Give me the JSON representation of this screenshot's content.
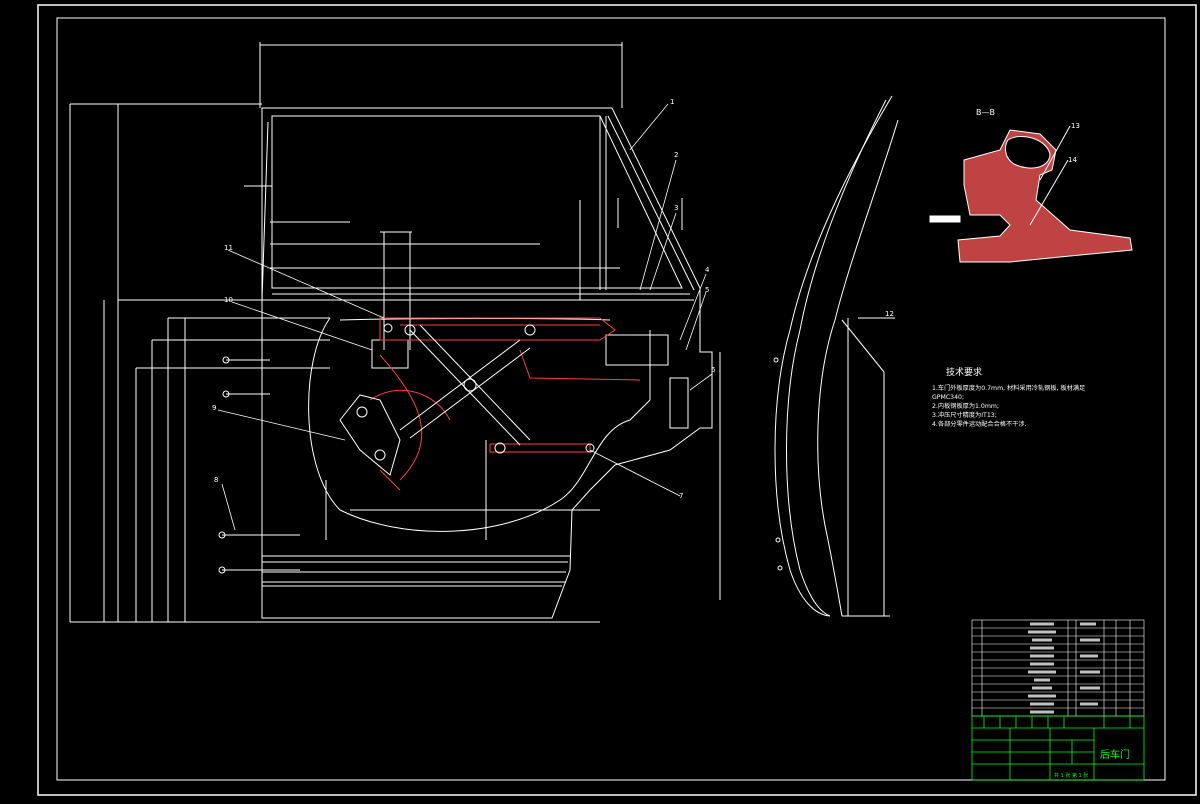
{
  "colors": {
    "background": "#000000",
    "outline": "#ffffff",
    "mechanism": "#ff3b3b",
    "title_block": "#00ff00",
    "annotation_text": "#ffffff"
  },
  "section": {
    "label": "B—B"
  },
  "callouts": {
    "c1": "1",
    "c2": "2",
    "c3": "3",
    "c4": "4",
    "c5": "5",
    "c6": "6",
    "c7": "7",
    "c8": "8",
    "c9": "9",
    "c10": "10",
    "c11": "11",
    "c12": "12",
    "c13": "13",
    "c14": "14"
  },
  "tech_notes": {
    "title": "技术要求",
    "lines": [
      "1.车门外板厚度为0.7mm, 材料采用冷轧钢板, 板材满足",
      "GPMC340;",
      "2.内板钢板厚为1.0mm;",
      "3.冲压尺寸精度为IT13;",
      "4.各部分零件运动配合合格不干涉."
    ]
  },
  "title_block": {
    "drawing_title": "后车门",
    "sheet_info": "共 1 张   第 1 张"
  }
}
